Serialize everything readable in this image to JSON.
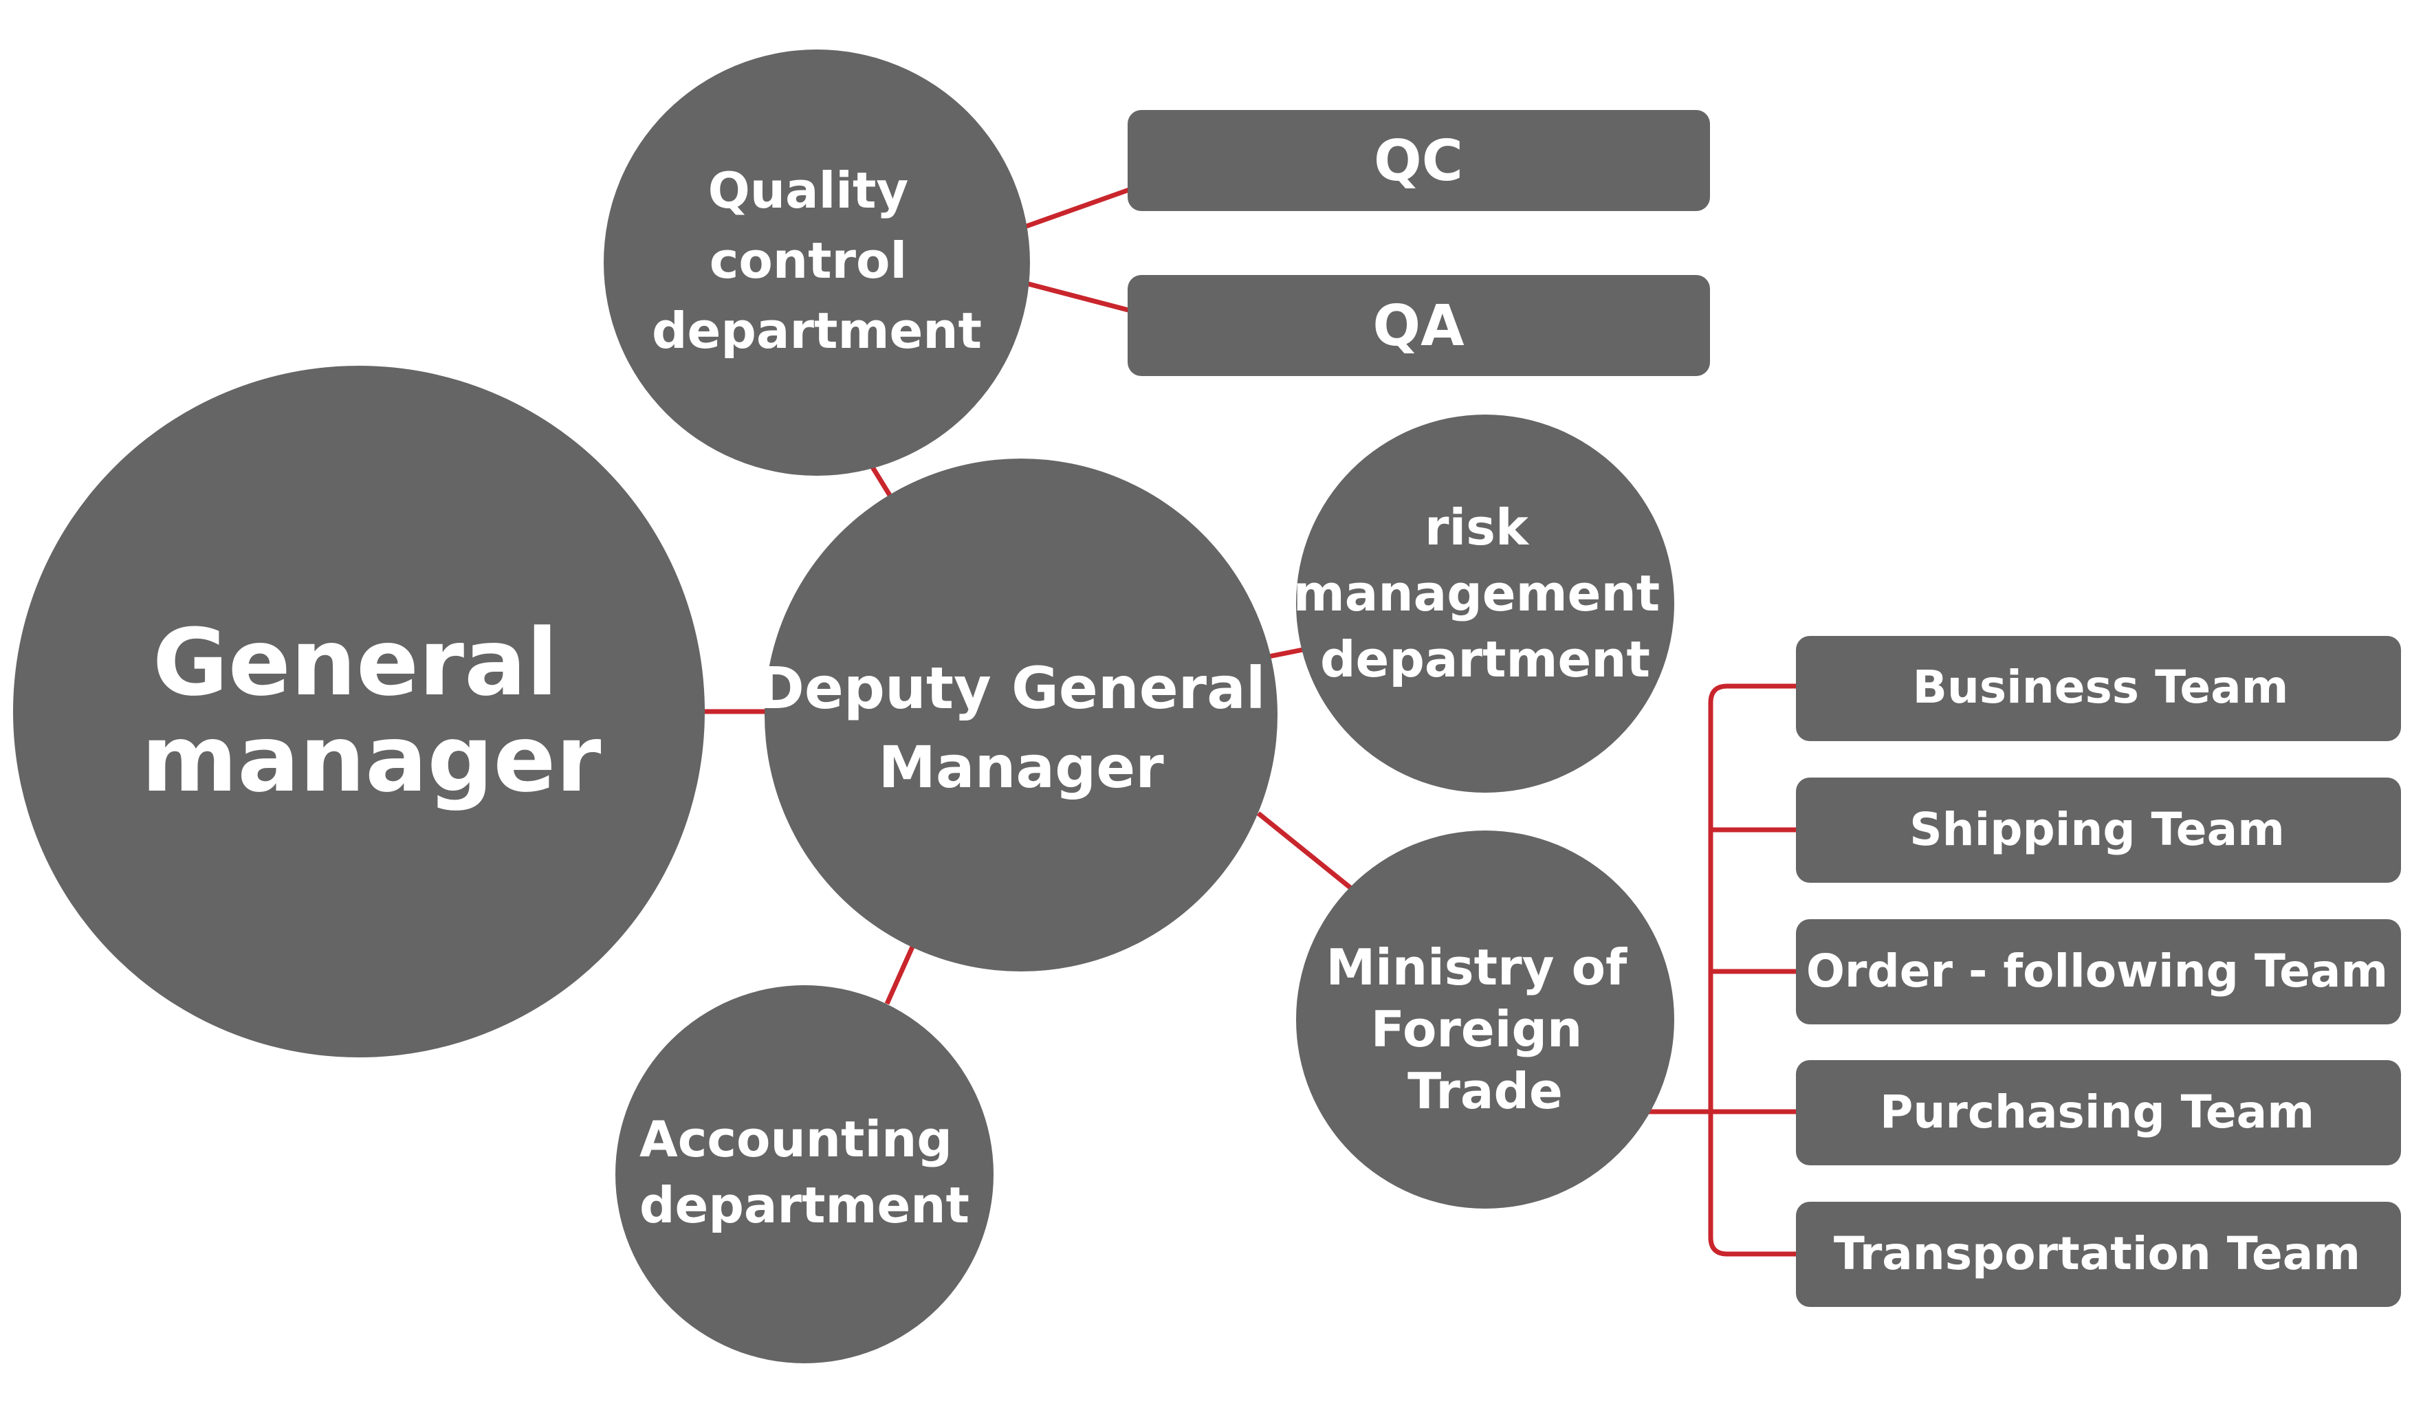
{
  "colors": {
    "node_fill": "#656565",
    "node_text": "#ffffff",
    "connector": "#c9252c",
    "background": "#ffffff"
  },
  "nodes": {
    "general_manager": {
      "lines": [
        "General",
        "manager"
      ]
    },
    "deputy_general_manager": {
      "lines": [
        "Deputy General",
        "Manager"
      ]
    },
    "quality_control": {
      "lines": [
        "Quality",
        "control",
        "department"
      ]
    },
    "risk_management": {
      "lines": [
        "risk",
        "management",
        "department"
      ]
    },
    "foreign_trade": {
      "lines": [
        "Ministry of",
        "Foreign",
        "Trade"
      ]
    },
    "accounting": {
      "lines": [
        "Accounting",
        "department"
      ]
    }
  },
  "qc_units": [
    "QC",
    "QA"
  ],
  "trade_teams": [
    "Business Team",
    "Shipping Team",
    "Order - following Team",
    "Purchasing Team",
    "Transportation Team"
  ]
}
